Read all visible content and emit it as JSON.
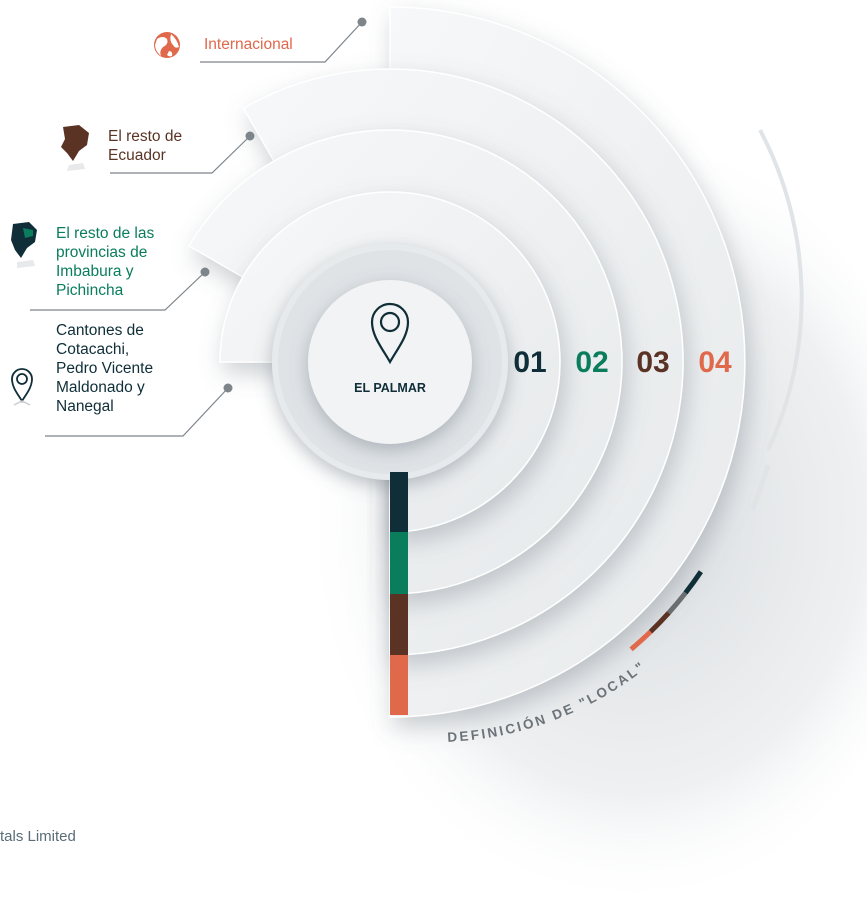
{
  "center_label": "EL PALMAR",
  "arc_caption": "DEFINICIÓN DE \"LOCAL\"",
  "footer_text": "tals Limited",
  "levels": [
    {
      "number": "01",
      "color": "#0f2e38",
      "label_color": "#0f2e38",
      "label_lines": [
        "Cantones de",
        "Cotacachi,",
        "Pedro Vicente",
        "Maldonado y",
        "Nanegal"
      ],
      "icon": "location-pin-icon"
    },
    {
      "number": "02",
      "color": "#0a7d5c",
      "label_color": "#0a7d5c",
      "label_lines": [
        "El resto de las",
        "provincias de",
        "Imbabura y",
        "Pichincha"
      ],
      "icon": "province-map-icon"
    },
    {
      "number": "03",
      "color": "#5b3325",
      "label_color": "#5b3325",
      "label_lines": [
        "El resto de",
        "Ecuador"
      ],
      "icon": "ecuador-map-icon"
    },
    {
      "number": "04",
      "color": "#e0684b",
      "label_color": "#e0684b",
      "label_lines": [
        "Internacional"
      ],
      "icon": "globe-icon"
    }
  ],
  "colors": {
    "ring_fill": "#eef0f1",
    "center_fill": "#f3f4f5",
    "connector": "#7d858b",
    "arc_gray": "#e1e4e6",
    "caption_gray": "#6c7378"
  }
}
